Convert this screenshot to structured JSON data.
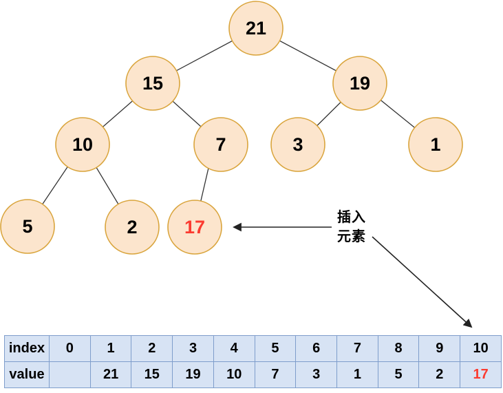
{
  "diagram": {
    "nodes": [
      {
        "value": "21"
      },
      {
        "value": "15"
      },
      {
        "value": "19"
      },
      {
        "value": "10"
      },
      {
        "value": "7"
      },
      {
        "value": "3"
      },
      {
        "value": "1"
      },
      {
        "value": "5"
      },
      {
        "value": "2"
      },
      {
        "value": "17",
        "highlighted": true
      }
    ],
    "annotation": {
      "line1": "插入",
      "line2": "元素"
    }
  },
  "table": {
    "index_label": "index",
    "value_label": "value",
    "indices": [
      "0",
      "1",
      "2",
      "3",
      "4",
      "5",
      "6",
      "7",
      "8",
      "9",
      "10"
    ],
    "values": [
      "",
      "21",
      "15",
      "19",
      "10",
      "7",
      "3",
      "1",
      "5",
      "2",
      "17"
    ],
    "highlighted_value": "17"
  },
  "colors": {
    "node_fill": "#FCE5CD",
    "node_stroke": "#D9A43B",
    "edge": "#333333",
    "highlight_red": "#FB3B30",
    "table_fill": "#D7E3F4",
    "table_border": "#7E9DCB",
    "text": "#000000"
  }
}
